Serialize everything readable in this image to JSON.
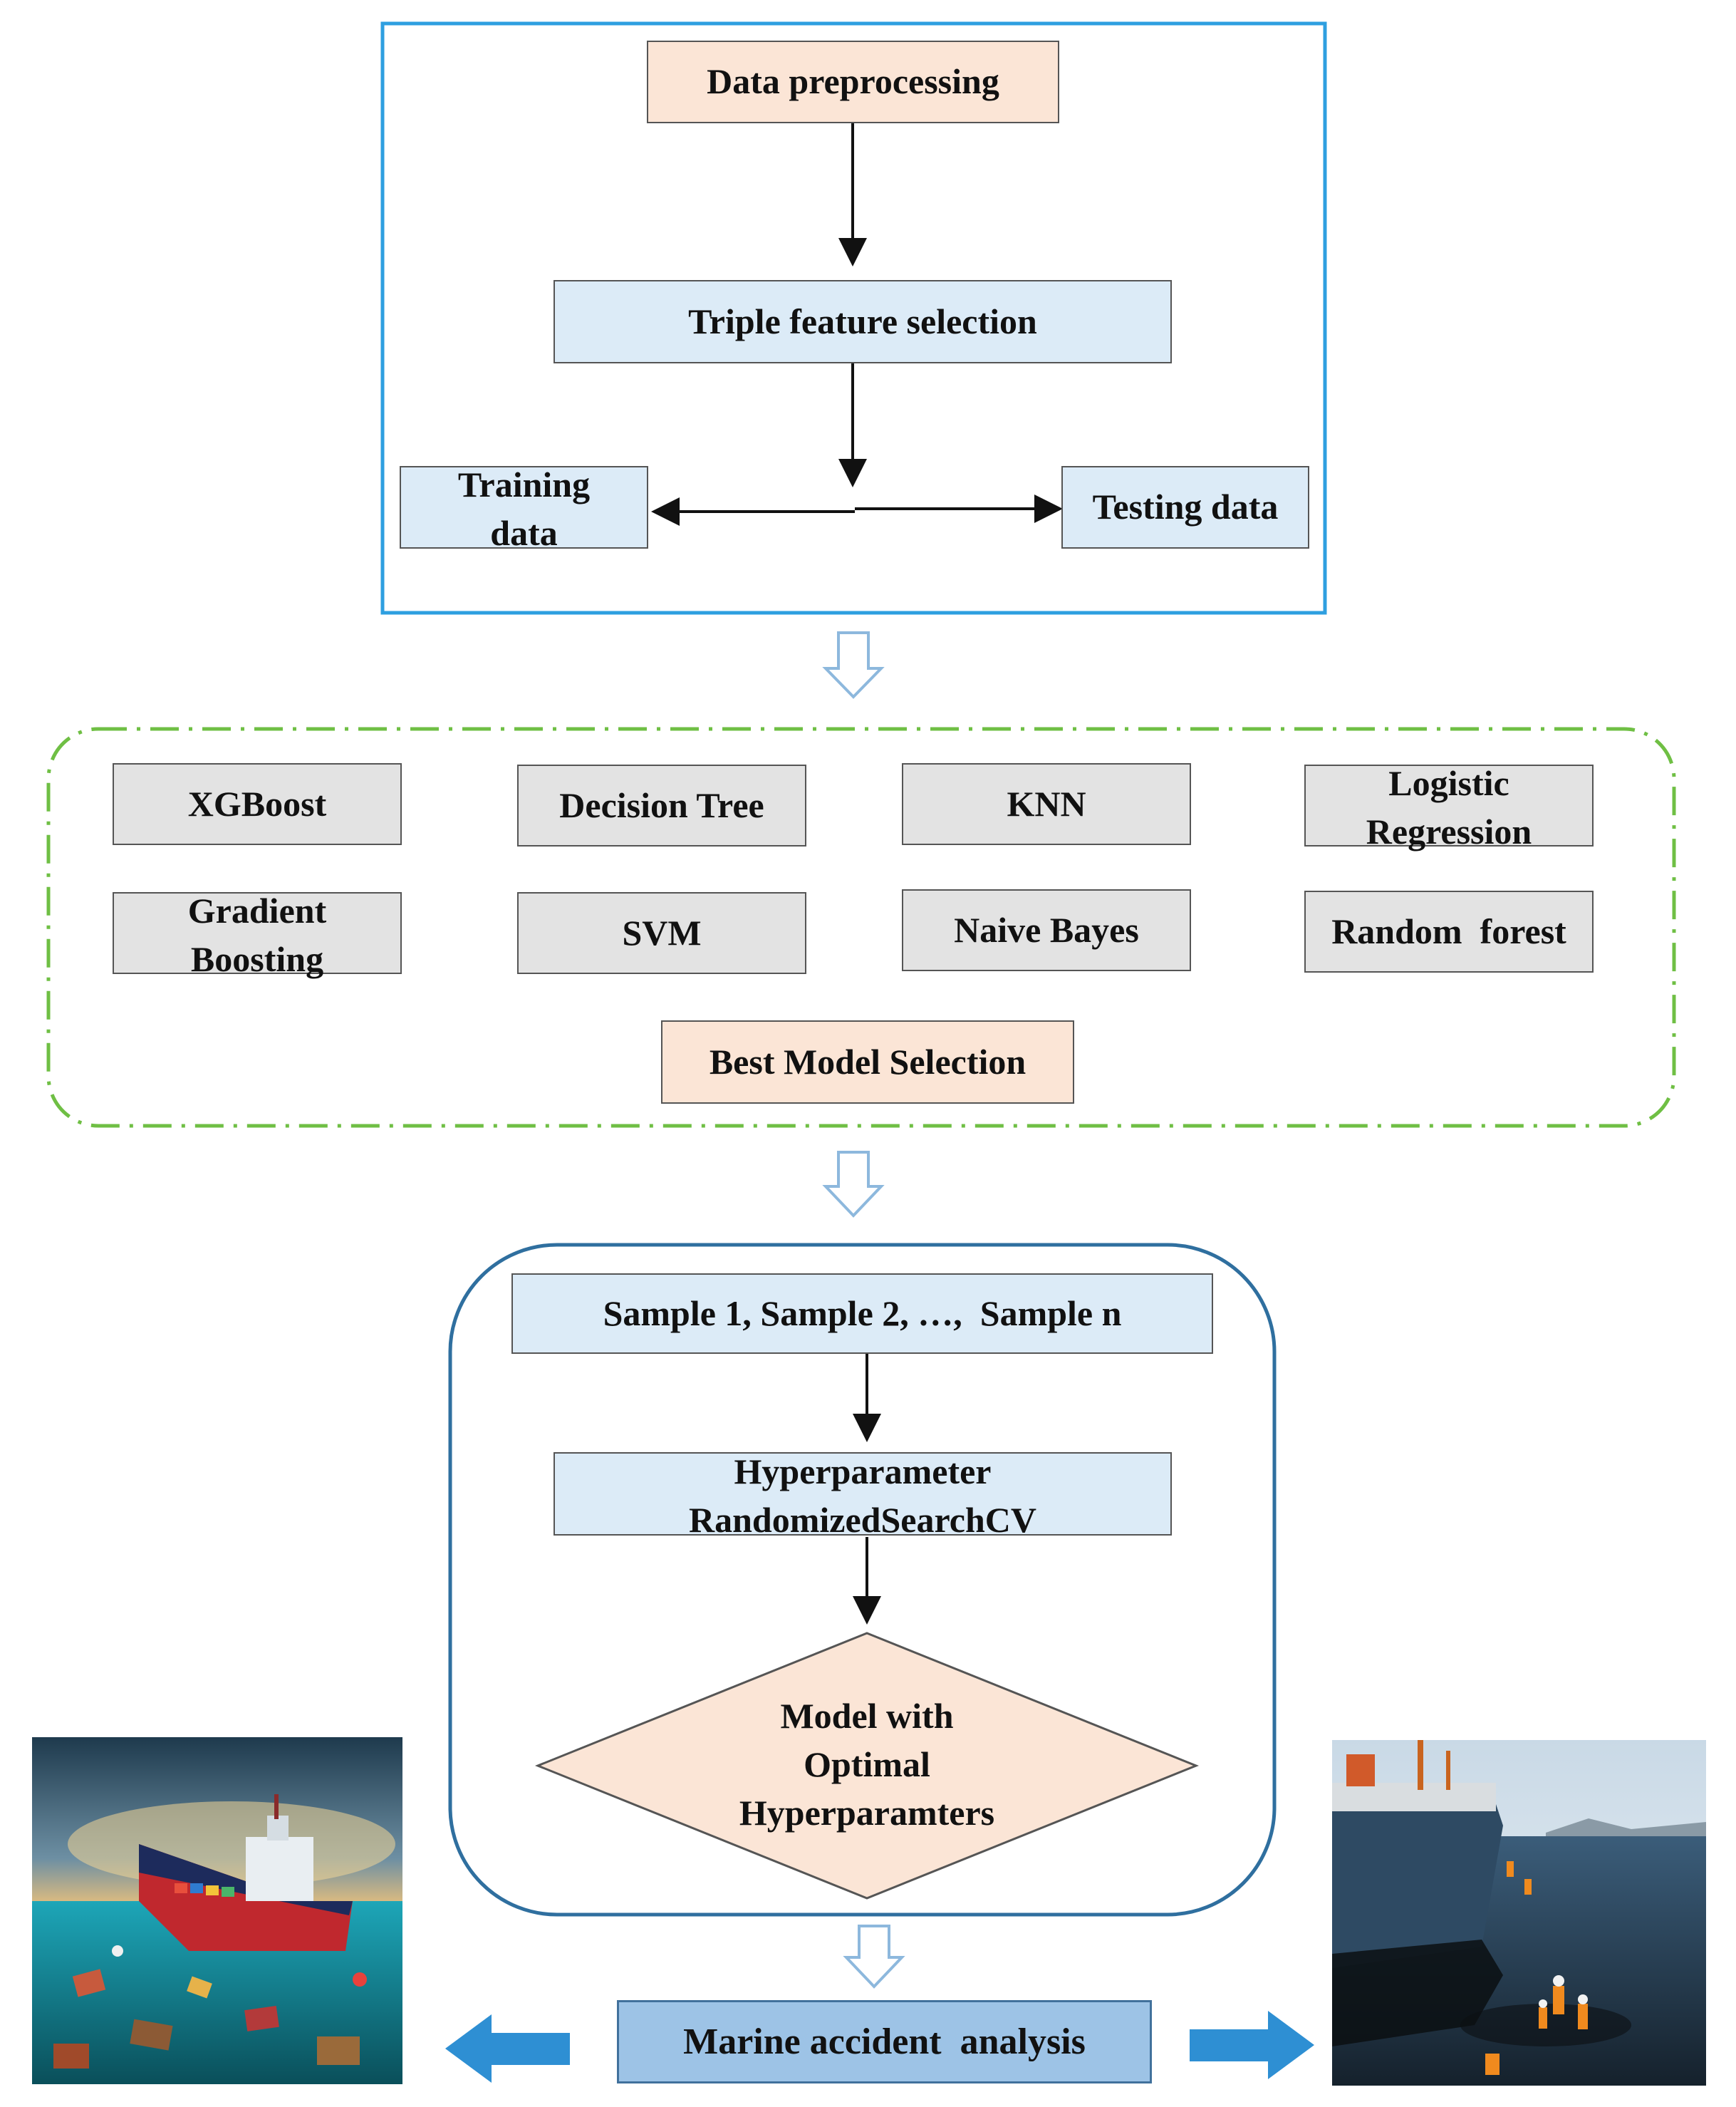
{
  "stage1": {
    "preprocessing": "Data preprocessing",
    "feature_selection": "Triple feature selection",
    "training_line1": "Training",
    "training_line2": "data",
    "testing": "Testing data"
  },
  "stage2": {
    "models": [
      {
        "line1": "XGBoost",
        "line2": ""
      },
      {
        "line1": "Decision Tree",
        "line2": ""
      },
      {
        "line1": "KNN",
        "line2": ""
      },
      {
        "line1": "Logistic",
        "line2": "Regression"
      },
      {
        "line1": "Gradient",
        "line2": "Boosting"
      },
      {
        "line1": "SVM",
        "line2": ""
      },
      {
        "line1": "Naive Bayes",
        "line2": ""
      },
      {
        "line1": "Random  forest",
        "line2": ""
      }
    ],
    "best_model": "Best Model Selection"
  },
  "stage3": {
    "samples": "Sample 1, Sample 2, …,  Sample n",
    "hyper_line1": "Hyperparameter",
    "hyper_line2": "RandomizedSearchCV",
    "optimal_line1": "Model with",
    "optimal_line2": "Optimal",
    "optimal_line3": "Hyperparamters"
  },
  "output": {
    "analysis": "Marine accident  analysis"
  },
  "colors": {
    "peach": "#fbe5d6",
    "light_blue": "#dcebf7",
    "gray": "#e3e3e3",
    "stage1_border": "#2e9fe0",
    "stage2_border": "#6fbf44",
    "stage3_border": "#2f6f9f",
    "arrow_blue": "#2e8fd3"
  }
}
